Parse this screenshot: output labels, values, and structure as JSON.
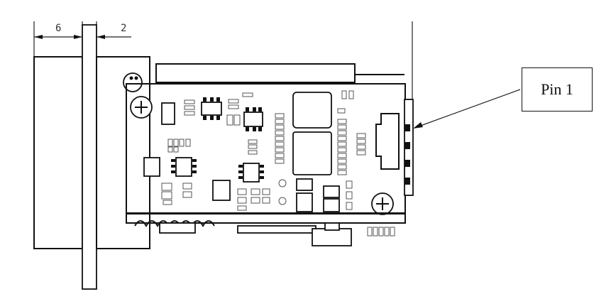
{
  "dimensions": {
    "left": "6",
    "right": "2"
  },
  "callout": {
    "label": "Pin 1"
  },
  "colors": {
    "line": "#111111",
    "background": "#ffffff"
  }
}
